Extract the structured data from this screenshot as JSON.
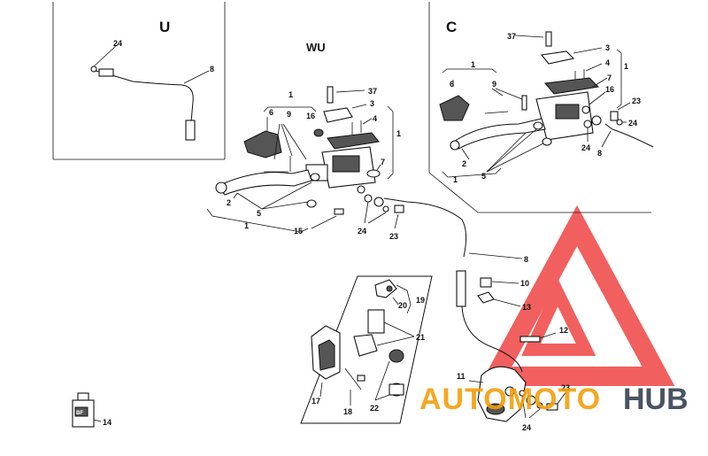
{
  "variants": {
    "u": "U",
    "wu": "WU",
    "c": "C"
  },
  "watermark": {
    "brand_left": "AUTOMOTO",
    "brand_right": "HUB",
    "triangle_color": "#ef4444",
    "text_color": "#f59e0b",
    "hub_color": "#374151"
  },
  "callouts": {
    "u_24": "24",
    "u_8": "8",
    "wu_1a": "1",
    "wu_6": "6",
    "wu_9": "9",
    "wu_16": "16",
    "wu_37": "37",
    "wu_3": "3",
    "wu_4": "4",
    "wu_1b": "1",
    "wu_7": "7",
    "wu_2": "2",
    "wu_5": "5",
    "wu_1c": "1",
    "wu_15": "15",
    "wu_24": "24",
    "wu_23": "23",
    "c_37": "37",
    "c_3": "3",
    "c_4": "4",
    "c_1a": "1",
    "c_7": "7",
    "c_16": "16",
    "c_1b": "1",
    "c_6": "6",
    "c_9": "9",
    "c_23": "23",
    "c_24a": "24",
    "c_2": "2",
    "c_24b": "24",
    "c_8": "8",
    "c_5": "5",
    "c_1c": "1",
    "m_8": "8",
    "m_10": "10",
    "m_13": "13",
    "m_12": "12",
    "m_11": "11",
    "m_23": "23",
    "m_24": "24",
    "k_19": "19",
    "k_20": "20",
    "k_21": "21",
    "k_17": "17",
    "k_18": "18",
    "k_22": "22",
    "m_14": "14",
    "bottle": "BF"
  }
}
